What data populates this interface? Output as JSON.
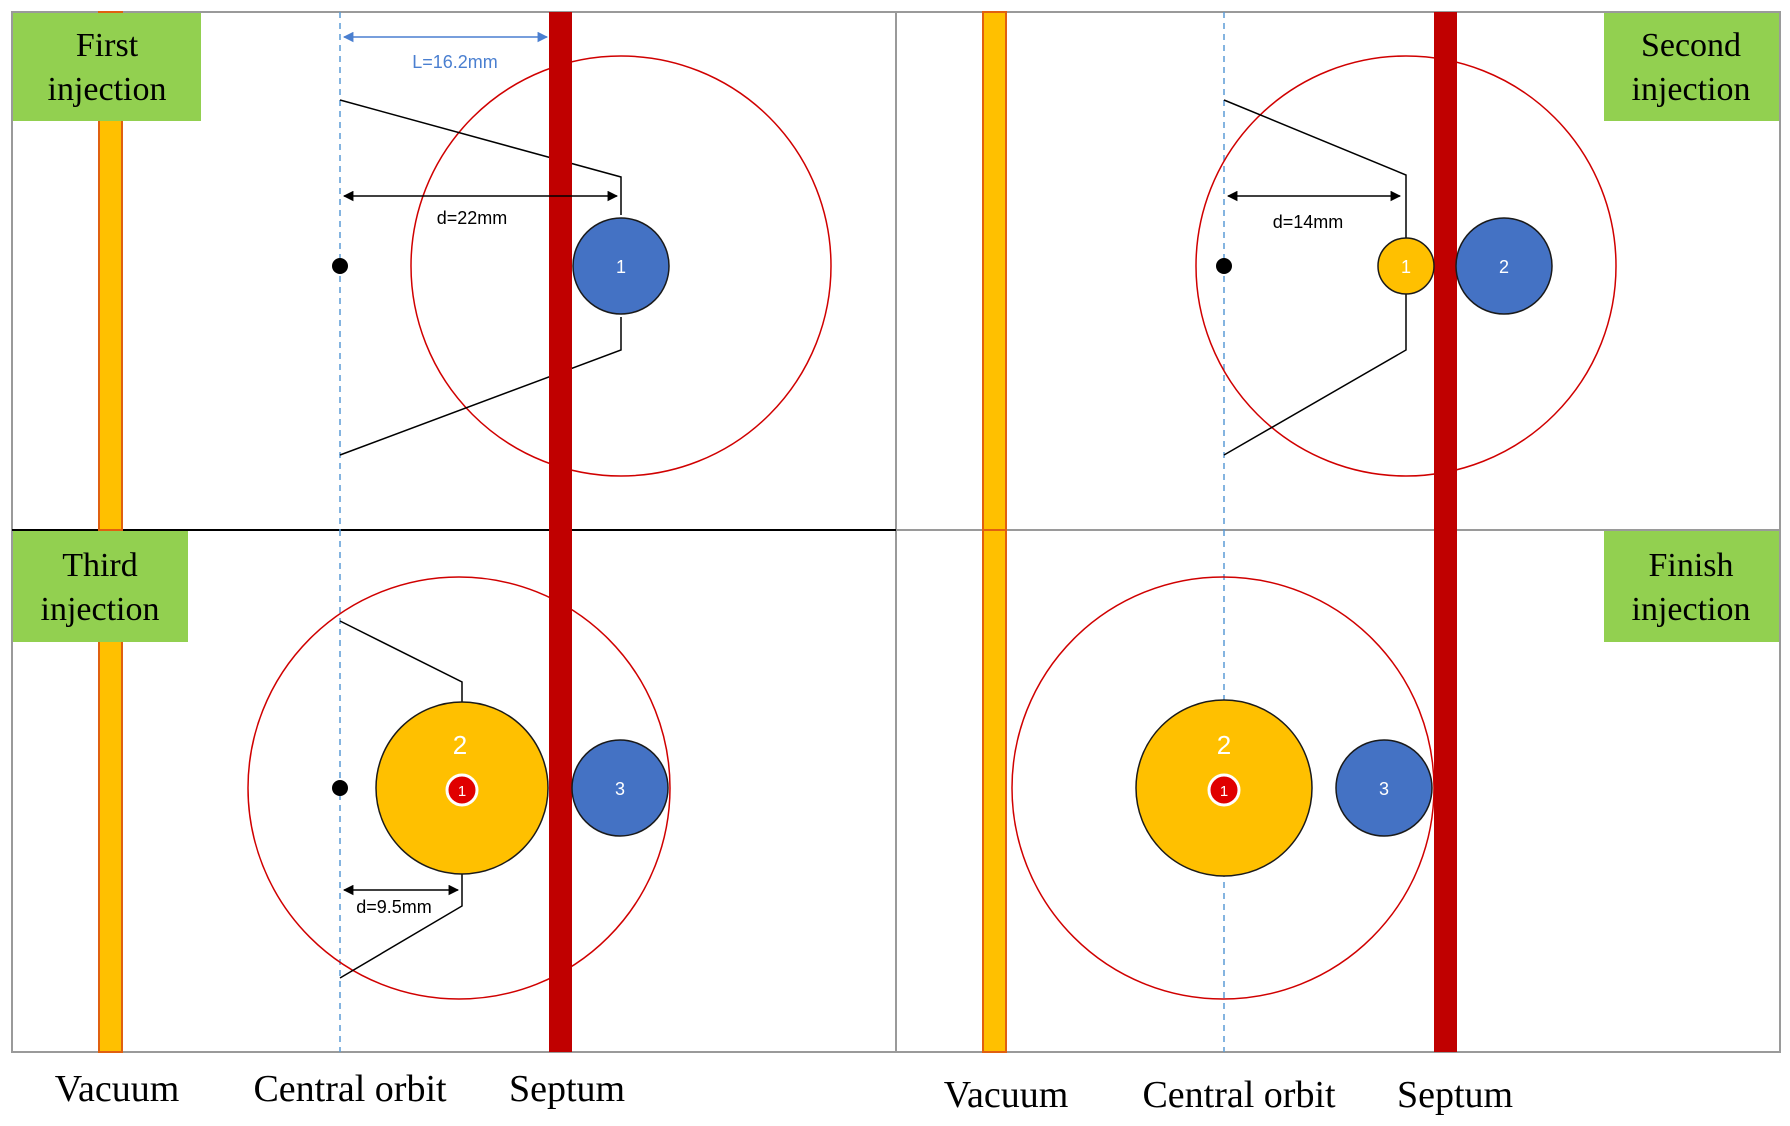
{
  "colors": {
    "septum": "#c00000",
    "vacuum_fill": "#ffc000",
    "vacuum_edge": "#e06010",
    "beam_blue": "#4472c4",
    "beam_orange": "#ffc000",
    "beam_red": "#e00000",
    "label_green": "#92d050",
    "orbit_dash": "#5b9bd5",
    "acceptance_circle": "#d00000",
    "bump": "#000000"
  },
  "panels": {
    "first": {
      "label_line1": "First",
      "label_line2": "injection",
      "length_label": "L=16.2mm",
      "distance_label": "d=22mm",
      "beam1": "1"
    },
    "second": {
      "label_line1": "Second",
      "label_line2": "injection",
      "distance_label": "d=14mm",
      "beam1": "1",
      "beam2": "2"
    },
    "third": {
      "label_line1": "Third",
      "label_line2": "injection",
      "distance_label": "d=9.5mm",
      "beam1": "1",
      "beam2": "2",
      "beam3": "3"
    },
    "finish": {
      "label_line1": "Finish",
      "label_line2": "injection",
      "beam1": "1",
      "beam2": "2",
      "beam3": "3"
    }
  },
  "bottom_labels": {
    "left": {
      "vacuum": "Vacuum",
      "central_orbit": "Central orbit",
      "septum": "Septum"
    },
    "right": {
      "vacuum": "Vacuum",
      "central_orbit": "Central orbit",
      "septum": "Septum"
    }
  }
}
